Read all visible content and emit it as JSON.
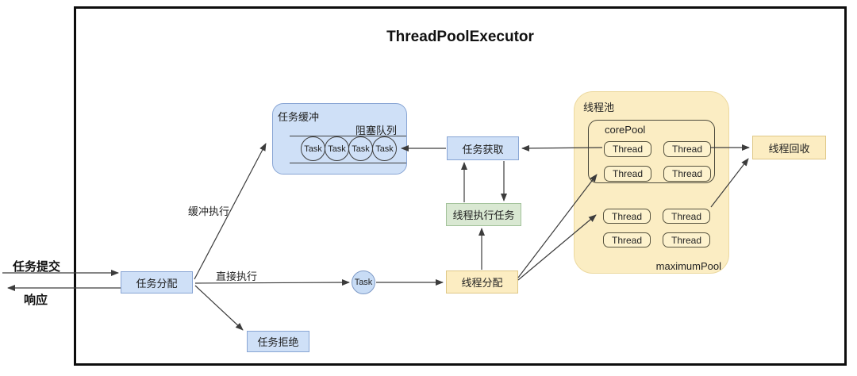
{
  "title": "ThreadPoolExecutor",
  "io": {
    "submit_label": "任务提交",
    "response_label": "响应"
  },
  "nodes": {
    "task_allocation": "任务分配",
    "task_rejection": "任务拒绝",
    "task_fetch": "任务获取",
    "thread_execute_task": "线程执行任务",
    "thread_allocation": "线程分配",
    "thread_recycle": "线程回收",
    "task_item": "Task"
  },
  "edge_labels": {
    "buffered_execution": "缓冲执行",
    "direct_execution": "直接执行"
  },
  "buffer": {
    "title": "任务缓冲",
    "queue_label": "阻塞队列",
    "task_label": "Task",
    "task_count": 4
  },
  "pool": {
    "title": "线程池",
    "core_pool_label": "corePool",
    "maximum_pool_label": "maximumPool",
    "thread_label": "Thread",
    "core_thread_count": 4,
    "maximum_thread_count": 4
  },
  "colors": {
    "node_blue_fill": "#cfe0f7",
    "node_blue_border": "#88a5d4",
    "node_yellow_fill": "#fcedc2",
    "node_yellow_border": "#dfc888",
    "node_green_fill": "#d9e8d2",
    "node_green_border": "#a3c29b",
    "pool_fill": "#fbedc3",
    "arrow_color": "#3c3c3c"
  }
}
